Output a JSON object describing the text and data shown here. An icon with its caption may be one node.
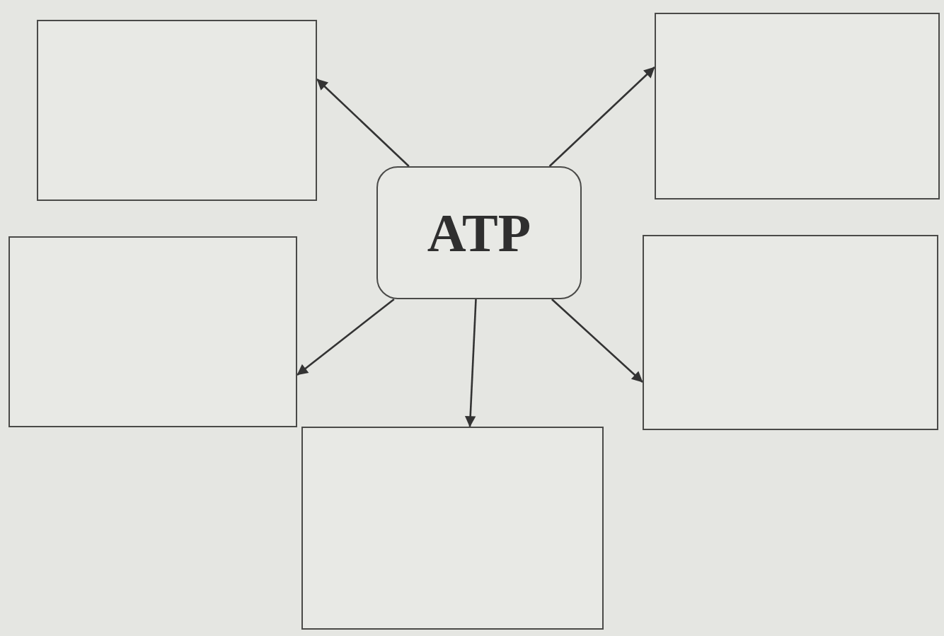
{
  "diagram": {
    "nodes": [
      {
        "text": [],
        "shape": "box"
      },
      {
        "text": [],
        "shape": "box"
      },
      {
        "text": [
          "ATP"
        ]
      },
      {
        "text": [],
        "shape": "box"
      },
      {
        "text": [],
        "shape": "box"
      },
      {
        "text": [],
        "shape": "box"
      }
    ],
    "edges": [
      {
        "from": 2,
        "to": 0,
        "arrow": "to"
      },
      {
        "from": 2,
        "to": 1,
        "arrow": "to"
      },
      {
        "from": 2,
        "to": 3,
        "arrow": "to"
      },
      {
        "from": 2,
        "to": 5,
        "arrow": "to"
      },
      {
        "from": 2,
        "to": 4,
        "arrow": "to"
      }
    ]
  }
}
